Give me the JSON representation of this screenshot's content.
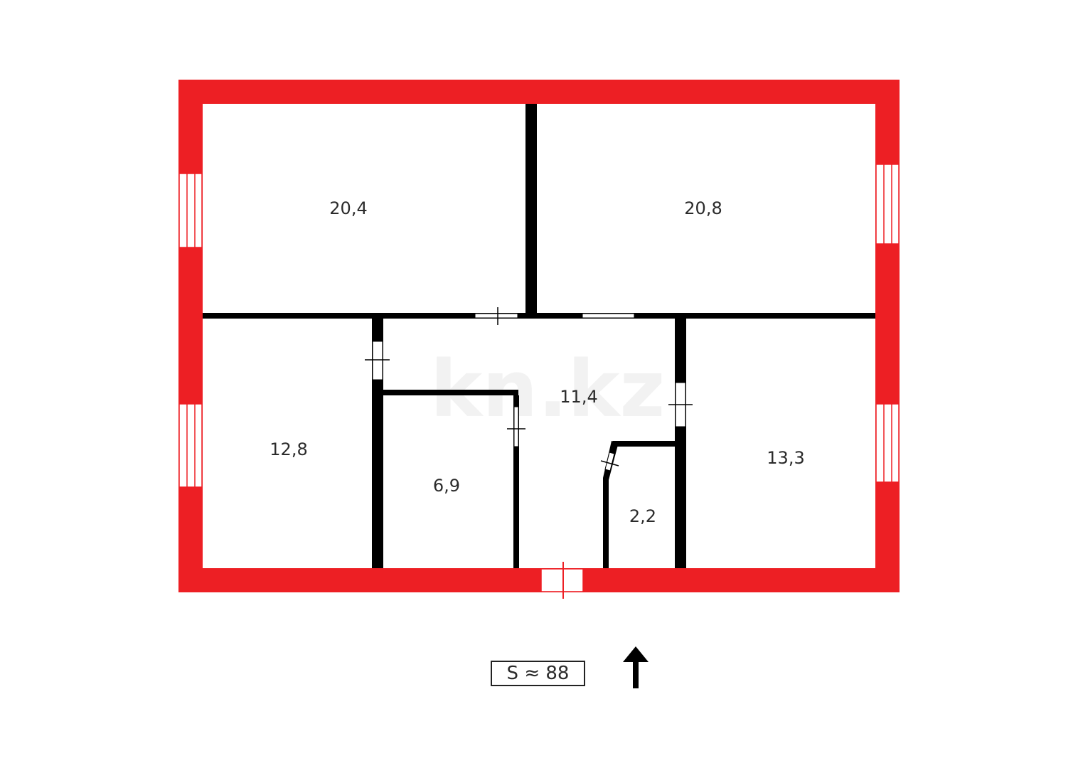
{
  "plan": {
    "wall_color": "#ED1F24",
    "inner_wall_color": "#000000",
    "rooms": [
      {
        "id": "room-top-left",
        "area": "20,4"
      },
      {
        "id": "room-top-right",
        "area": "20,8"
      },
      {
        "id": "room-left",
        "area": "12,8"
      },
      {
        "id": "hall",
        "area": "11,4"
      },
      {
        "id": "room-small",
        "area": "6,9"
      },
      {
        "id": "bathroom",
        "area": "2,2"
      },
      {
        "id": "room-right",
        "area": "13,3"
      }
    ],
    "watermark": "kn.kz"
  },
  "legend": {
    "total_area": "S ≈ 88",
    "north_arrow": "arrow-up-icon"
  }
}
